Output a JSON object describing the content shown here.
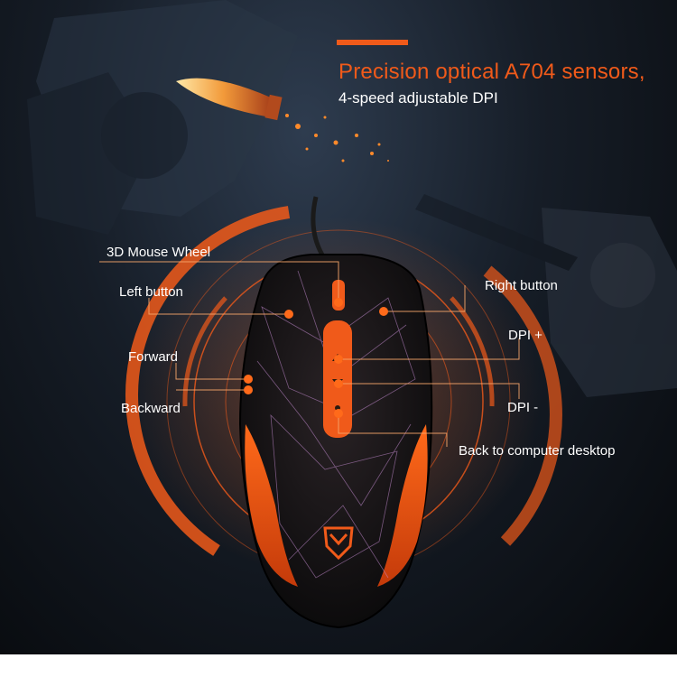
{
  "headline": {
    "title": "Precision optical A704 sensors,",
    "subtitle": "4-speed adjustable DPI"
  },
  "callouts": {
    "mouse_wheel": "3D Mouse Wheel",
    "left_button": "Left button",
    "right_button": "Right button",
    "forward": "Forward",
    "dpi_plus": "DPI +",
    "backward": "Backward",
    "dpi_minus": "DPI -",
    "back_to_desktop": "Back to computer desktop"
  },
  "colors": {
    "accent": "#f05a1a",
    "text": "#ffffff",
    "callout_line": "#f7a66a",
    "background": "#0b0f15",
    "mouse_body": "#141414"
  },
  "icons": {
    "brand_logo": "meetion-shield-logo",
    "bullet": "bullet-projectile"
  }
}
